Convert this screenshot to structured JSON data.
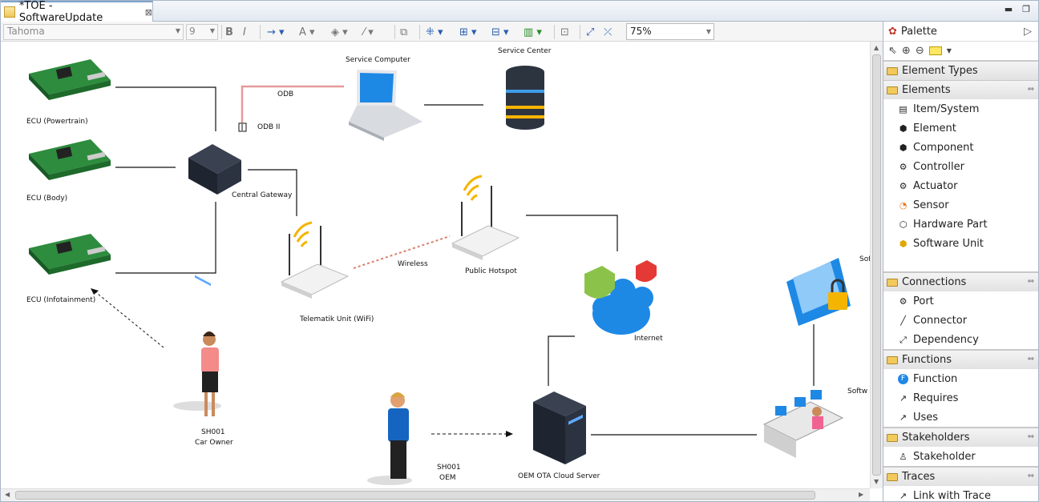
{
  "tab": {
    "title": "*TOE - SoftwareUpdate"
  },
  "toolbar": {
    "font_family": "Tahoma",
    "font_size": "9",
    "zoom": "75%"
  },
  "diagram": {
    "nodes": {
      "ecu_powertrain": "ECU (Powertrain)",
      "ecu_body": "ECU (Body)",
      "ecu_infotainment": "ECU (Infotainment)",
      "central_gateway": "Central Gateway",
      "service_computer": "Service Computer",
      "service_center": "Service Center",
      "telematik_unit": "Telematik Unit (WiFi)",
      "public_hotspot": "Public Hotspot",
      "internet": "Internet",
      "car_owner_id": "SH001",
      "car_owner": "Car Owner",
      "oem_id": "SH001",
      "oem": "OEM",
      "oem_server": "OEM OTA Cloud Server",
      "software_cut": "Sof",
      "software_cut2": "Softw"
    },
    "edges": {
      "odb": "ODB",
      "odb2": "ODB II",
      "wireless": "Wireless"
    }
  },
  "palette": {
    "title": "Palette",
    "element_types": "Element Types",
    "drawers": [
      {
        "name": "Elements",
        "items": [
          "Item/System",
          "Element",
          "Component",
          "Controller",
          "Actuator",
          "Sensor",
          "Hardware Part",
          "Software Unit"
        ]
      },
      {
        "name": "Connections",
        "items": [
          "Port",
          "Connector",
          "Dependency"
        ]
      },
      {
        "name": "Functions",
        "items": [
          "Function",
          "Requires",
          "Uses"
        ]
      },
      {
        "name": "Stakeholders",
        "items": [
          "Stakeholder"
        ]
      },
      {
        "name": "Traces",
        "items": [
          "Link with Trace"
        ]
      }
    ]
  }
}
